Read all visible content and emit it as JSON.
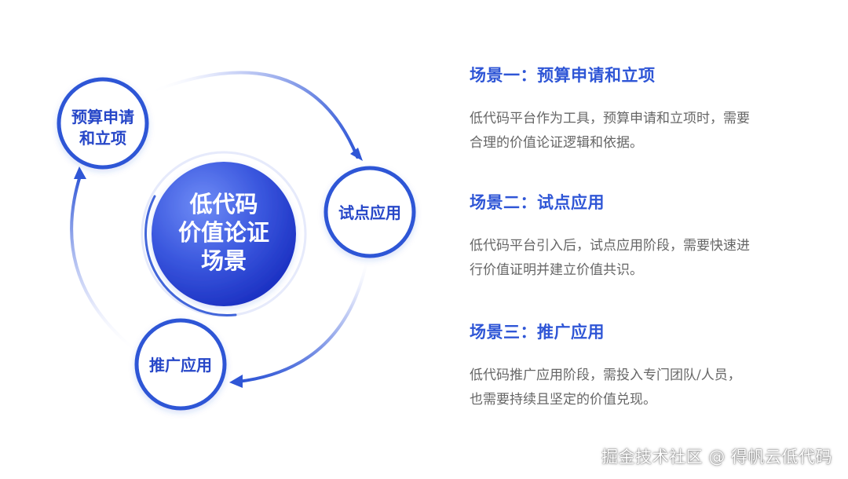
{
  "diagram": {
    "center_lines": [
      "低代码",
      "价值论证",
      "场景"
    ],
    "nodes": [
      {
        "id": "budget",
        "lines": [
          "预算申请",
          "和立项"
        ]
      },
      {
        "id": "pilot",
        "lines": [
          "试点应用"
        ]
      },
      {
        "id": "promote",
        "lines": [
          "推广应用"
        ]
      }
    ],
    "colors": {
      "accent": "#2f56d6",
      "node_text": "#2747c8",
      "center_gradient_start": "#5a7cf2",
      "center_gradient_end": "#1a32c4"
    }
  },
  "scenarios": [
    {
      "title": "场景一：预算申请和立项",
      "desc_lines": [
        "低代码平台作为工具，预算申请和立项时，需要",
        "合理的价值论证逻辑和依据。"
      ]
    },
    {
      "title": "场景二：试点应用",
      "desc_lines": [
        "低代码平台引入后，试点应用阶段，需要快速进",
        "行价值证明并建立价值共识。"
      ]
    },
    {
      "title": "场景三：推广应用",
      "desc_lines": [
        "低代码推广应用阶段，需投入专门团队/人员，",
        "也需要持续且坚定的价值兑现。"
      ]
    }
  ],
  "watermark": "掘金技术社区 @ 得帆云低代码"
}
